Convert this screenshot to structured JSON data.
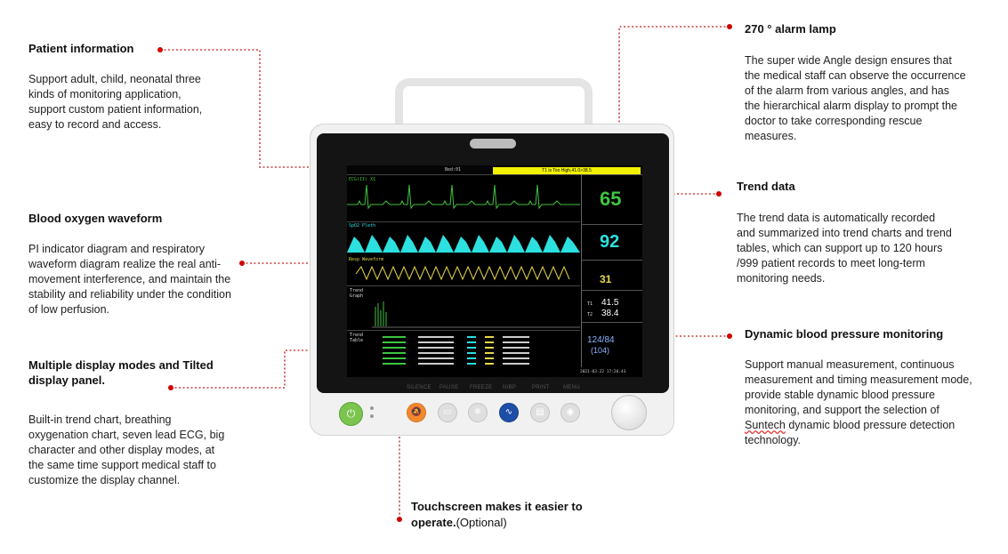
{
  "callouts": {
    "patient": {
      "title": "Patient information",
      "body": "Support adult, child, neonatal three kinds of monitoring application, support custom patient information, easy to record and access."
    },
    "spo2": {
      "title": "Blood oxygen waveform",
      "body": "PI indicator diagram and respiratory waveform diagram realize the real anti-movement interference, and maintain the stability and reliability under the condition of low perfusion."
    },
    "display": {
      "title": "Multiple display modes and Tilted display panel.",
      "body": "Built-in trend chart, breathing oxygenation chart, seven lead ECG, big character and other display modes, at the same time support medical staff to customize the display channel."
    },
    "lamp": {
      "title": "270 ° alarm lamp",
      "body": "The super wide Angle design ensures that the medical staff can observe the occurrence of the alarm from various angles, and has the hierarchical alarm display to prompt the doctor to take corresponding rescue measures."
    },
    "trend": {
      "title": "Trend data",
      "body": "The trend data is automatically recorded and summarized into trend charts and trend tables, which can support up to 120 hours /999 patient records to meet long-term monitoring needs."
    },
    "nibp": {
      "title": "Dynamic blood pressure monitoring",
      "body_before": "Support manual measurement, continuous measurement and timing measurement mode, provide stable dynamic blood pressure monitoring, and support the selection of ",
      "body_brand": "Suntech",
      "body_after": " dynamic blood pressure detection technology."
    },
    "touch": {
      "title": "Touchscreen makes it easier to operate.",
      "optional": "(Optional)"
    }
  },
  "monitor": {
    "screen": {
      "alarm_text": "T1 is Too High,41.0>38.5",
      "bed_label": "Bed:01",
      "ecg_label": "ECG(II)  X1",
      "spo2_label": "SpO2 Pleth",
      "resp_label": "Resp Waveform",
      "trend_graph_label": "Trend Graph",
      "trend_table_label": "Trend Table",
      "hr_value": "65",
      "spo2_value": "92",
      "resp_value": "31",
      "t1_label": "T1",
      "t1_value": "41.5",
      "t2_label": "T2",
      "t2_value": "38.4",
      "nibp_value": "124/84",
      "nibp_map": "(104)",
      "datetime": "2021-03-22  17:26:43"
    },
    "buttons": [
      {
        "label": "SILENCE",
        "color": "#f08a2e"
      },
      {
        "label": "PAUSE",
        "color": "#cfcfcf"
      },
      {
        "label": "FREEZE",
        "color": "#cfcfcf"
      },
      {
        "label": "NIBP",
        "color": "#1d4fa8"
      },
      {
        "label": "PRINT",
        "color": "#cfcfcf"
      },
      {
        "label": "MENU",
        "color": "#cfcfcf"
      }
    ]
  },
  "colors": {
    "accent": "#d10000",
    "ecg": "#3fc53f",
    "spo2": "#2ce0e0",
    "resp": "#e6d84a",
    "alarm": "#f2f200"
  }
}
